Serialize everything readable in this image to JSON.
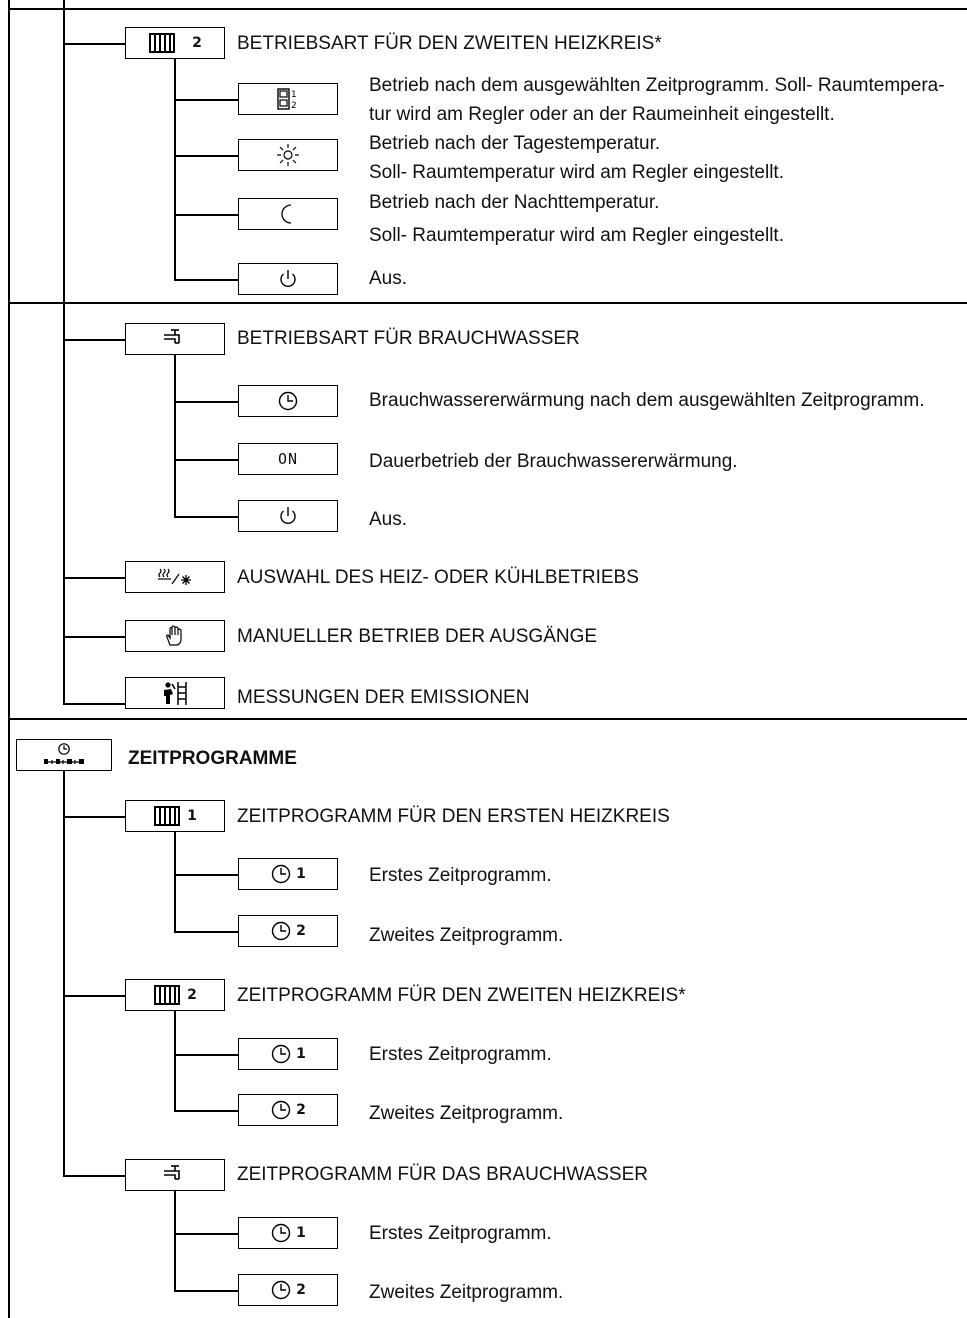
{
  "sections": {
    "heizkreis2": {
      "title": "BETRIEBSART FÜR DEN ZWEITEN HEIZKREIS*",
      "icon": "radiator-2-icon",
      "items": [
        {
          "icon": "time-program-1-2-icon",
          "line1": "Betrieb nach dem ausgewählten Zeitprogramm. Soll- Raumtempera-",
          "line2": "tur wird am Regler oder an der Raumeinheit eingestellt."
        },
        {
          "icon": "sun-icon",
          "line1": "Betrieb nach der Tagestemperatur.",
          "line2": "Soll- Raumtemperatur wird am Regler eingestellt."
        },
        {
          "icon": "moon-icon",
          "line1": "Betrieb nach der Nachttemperatur.",
          "line2": "Soll- Raumtemperatur wird am Regler eingestellt."
        },
        {
          "icon": "power-icon",
          "line1": "Aus."
        }
      ]
    },
    "brauchwasser": {
      "title": "BETRIEBSART FÜR BRAUCHWASSER",
      "icon": "tap-icon",
      "items": [
        {
          "icon": "clock-icon",
          "line1": "Brauchwassererwärmung nach dem ausgewählten Zeitprogramm."
        },
        {
          "icon": "on-icon",
          "glyph": "ON",
          "line1": "Dauerbetrieb der Brauchwassererwärmung."
        },
        {
          "icon": "power-icon",
          "line1": "Aus."
        }
      ]
    },
    "auswahl": {
      "title": "AUSWAHL DES HEIZ- ODER KÜHLBETRIEBS",
      "icon": "heat-cool-icon"
    },
    "manuell": {
      "title": "MANUELLER BETRIEB DER AUSGÄNGE",
      "icon": "hand-icon"
    },
    "messungen": {
      "title": "MESSUNGEN DER EMISSIONEN",
      "icon": "chimney-sweep-icon"
    },
    "zeitprogramme": {
      "title": "ZEITPROGRAMME",
      "icon": "time-programs-icon",
      "groups": [
        {
          "title": "ZEITPROGRAMM FÜR DEN ERSTEN HEIZKREIS",
          "icon": "radiator-1-icon",
          "items": [
            {
              "num": "1",
              "text": "Erstes Zeitprogramm."
            },
            {
              "num": "2",
              "text": "Zweites Zeitprogramm."
            }
          ]
        },
        {
          "title": "ZEITPROGRAMM FÜR DEN ZWEITEN HEIZKREIS*",
          "icon": "radiator-2-icon",
          "items": [
            {
              "num": "1",
              "text": "Erstes Zeitprogramm."
            },
            {
              "num": "2",
              "text": "Zweites Zeitprogramm."
            }
          ]
        },
        {
          "title": "ZEITPROGRAMM FÜR DAS BRAUCHWASSER",
          "icon": "tap-icon",
          "items": [
            {
              "num": "1",
              "text": "Erstes Zeitprogramm."
            },
            {
              "num": "2",
              "text": "Zweites Zeitprogramm."
            }
          ]
        }
      ]
    }
  },
  "radiator_numbers": {
    "first": "1",
    "second": "2"
  }
}
